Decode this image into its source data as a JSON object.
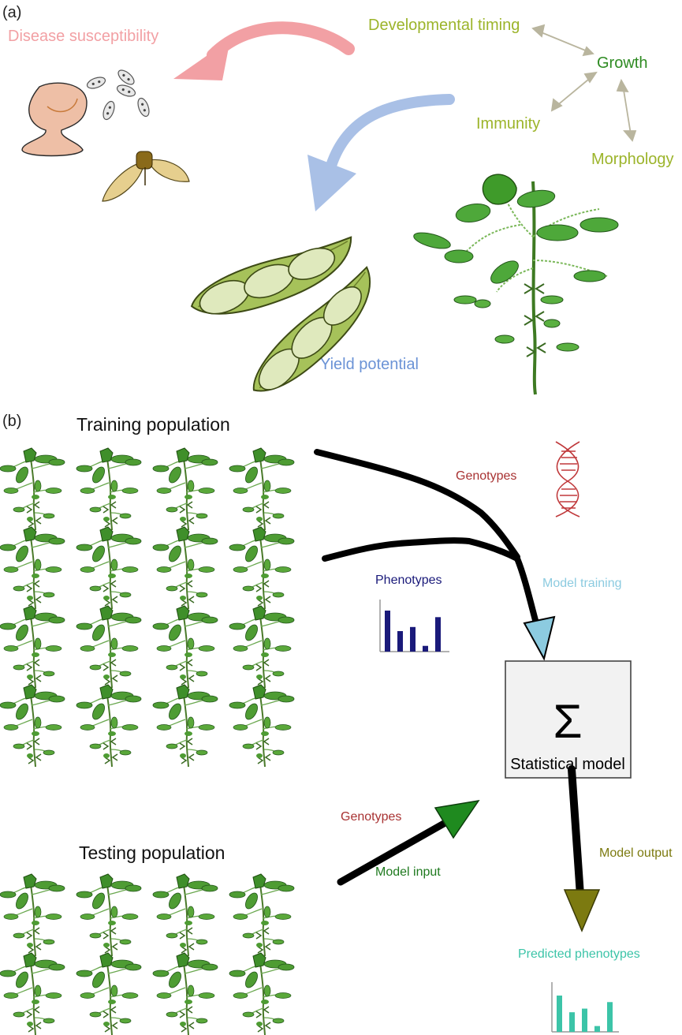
{
  "panel_a": {
    "label": "(a)",
    "traits": {
      "disease_susceptibility": "Disease susceptibility",
      "developmental_timing": "Developmental timing",
      "growth": "Growth",
      "immunity": "Immunity",
      "morphology": "Morphology",
      "yield_potential": "Yield potential"
    }
  },
  "panel_b": {
    "label": "(b)",
    "training_population": "Training population",
    "testing_population": "Testing population",
    "genotypes_top": "Genotypes",
    "phenotypes": "Phenotypes",
    "model_training": "Model training",
    "statistical_model": "Statistical model",
    "sigma": "Σ",
    "genotypes_bottom": "Genotypes",
    "model_input": "Model input",
    "model_output": "Model output",
    "predicted_phenotypes": "Predicted phenotypes"
  },
  "colors": {
    "disease": "#f2a0a4",
    "yield": "#6b93d6",
    "olive_trait": "#9cb42a",
    "growth": "#2e8b22",
    "genotype_red": "#a83232",
    "phenotype_blue": "#1a1a7a",
    "model_training": "#8ccbe0",
    "model_input": "#1f7a1f",
    "model_output": "#7c7a10",
    "predicted": "#3cc4a8"
  },
  "icons": [
    "pathogen-spores-icon",
    "haustorium-icon",
    "diseased-leaf-icon",
    "soybean-pod-icon",
    "soybean-plant-icon",
    "dna-helix-icon",
    "bar-chart-icon"
  ],
  "chart_data": [
    {
      "type": "bar",
      "name": "Phenotypes",
      "values": [
        5,
        2.5,
        3,
        0.7,
        4.2
      ]
    },
    {
      "type": "bar",
      "name": "Predicted phenotypes",
      "values": [
        5,
        2.7,
        3.2,
        0.8,
        4.1
      ]
    }
  ]
}
